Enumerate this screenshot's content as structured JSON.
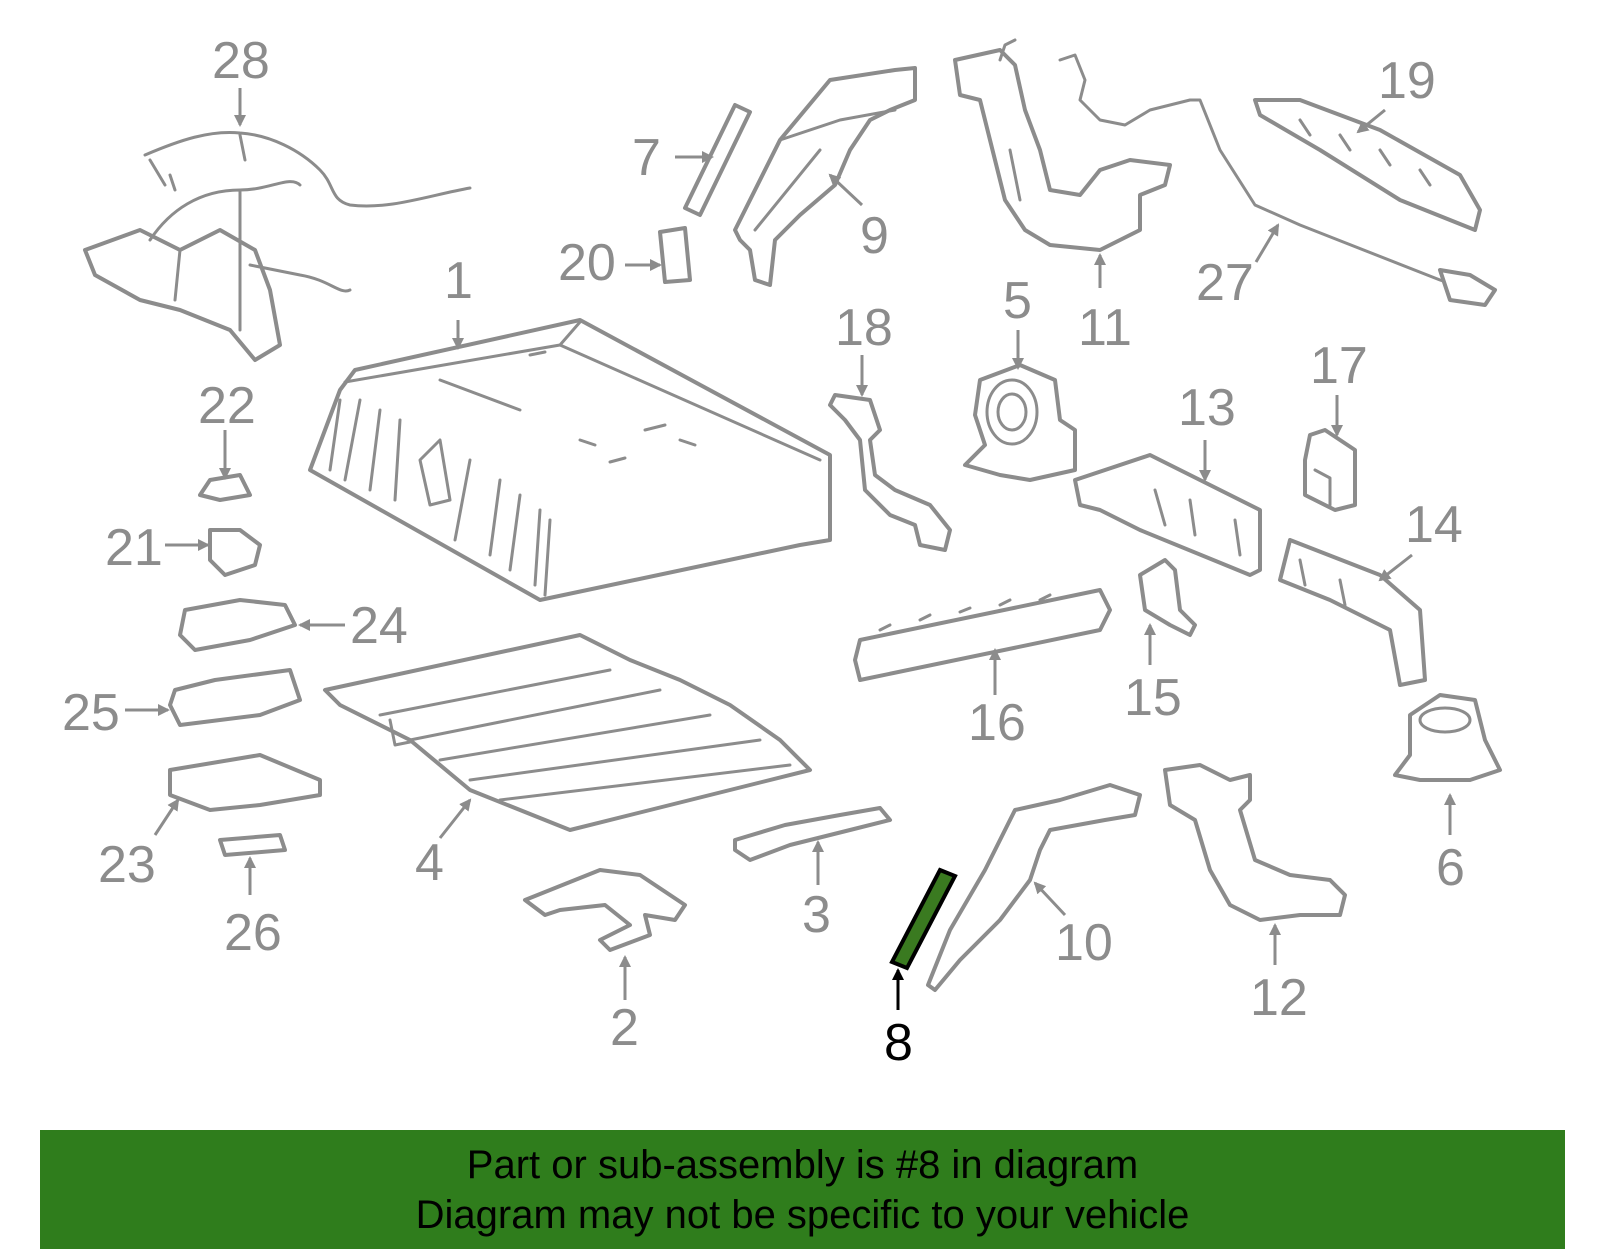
{
  "callouts": {
    "c1": "1",
    "c2": "2",
    "c3": "3",
    "c4": "4",
    "c5": "5",
    "c6": "6",
    "c7": "7",
    "c8": "8",
    "c9": "9",
    "c10": "10",
    "c11": "11",
    "c12": "12",
    "c13": "13",
    "c14": "14",
    "c15": "15",
    "c16": "16",
    "c17": "17",
    "c18": "18",
    "c19": "19",
    "c20": "20",
    "c21": "21",
    "c22": "22",
    "c23": "23",
    "c24": "24",
    "c25": "25",
    "c26": "26",
    "c27": "27",
    "c28": "28"
  },
  "highlighted_part": "8",
  "banner": {
    "line1": "Part or sub-assembly is #8 in diagram",
    "line2": "Diagram may not be specific to your vehicle",
    "background_color": "#2f7d1c"
  },
  "colors": {
    "part_outline": "#8c8c8c",
    "highlight_fill": "#3a7a20"
  }
}
